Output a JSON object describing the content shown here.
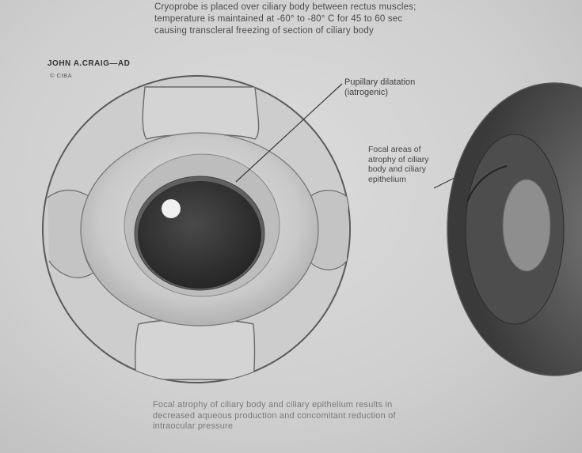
{
  "captions": {
    "top": [
      "Cryoprobe is placed over ciliary body between rectus muscles;",
      "temperature is maintained at -60° to -80° C for 45 to 60 sec",
      "causing transcleral freezing of section of ciliary body"
    ],
    "bottom": [
      "Focal atrophy of ciliary body and ciliary epithelium results in",
      "decreased aqueous production and concomitant reduction of",
      "intraocular pressure"
    ]
  },
  "labels": {
    "pupillary": [
      "Pupillary dilatation",
      "(iatrogenic)"
    ],
    "focal": [
      "Focal areas of",
      "atrophy of ciliary",
      "body and ciliary",
      "epithelium"
    ]
  },
  "signature": {
    "name": "JOHN A.CRAIG",
    "suffix": "—AD",
    "sub": "© CIBA"
  }
}
